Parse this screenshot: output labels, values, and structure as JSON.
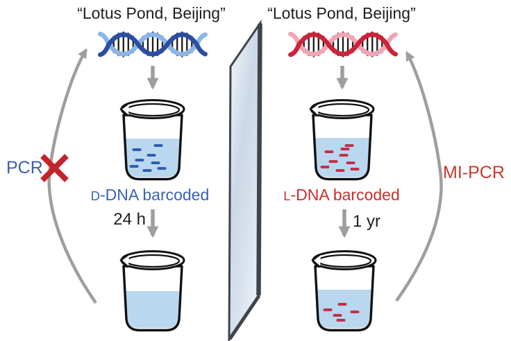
{
  "figure": "mirror-image DNA barcoding scheme",
  "panels": {
    "left": {
      "title": "“Lotus Pond, Beijing”",
      "dna_label_prefix": "D",
      "dna_label_rest": "-DNA barcoded",
      "time_label": "24 h",
      "method_label": "PCR",
      "method_crossed_out": true,
      "colors": {
        "dna_strand_dark": "#2a4fa2",
        "dna_strand_light": "#8ab6e8",
        "label_blue": "#3a63b5",
        "barcode_dash": "#2e5fae"
      }
    },
    "right": {
      "title": "“Lotus Pond, Beijing”",
      "dna_label_prefix": "L",
      "dna_label_rest": "-DNA barcoded",
      "time_label": "1 yr",
      "method_label": "MI-PCR",
      "method_crossed_out": false,
      "colors": {
        "dna_strand_dark": "#cd2339",
        "dna_strand_light": "#f2a4b5",
        "label_red": "#c8302b",
        "barcode_dash": "#c43048"
      }
    }
  },
  "shared_colors": {
    "beaker_liquid": "#b9d7ef",
    "arrow_gray": "#9e9e9e",
    "cross_red": "#c3232c",
    "mirror_frame": "#3f444c"
  }
}
